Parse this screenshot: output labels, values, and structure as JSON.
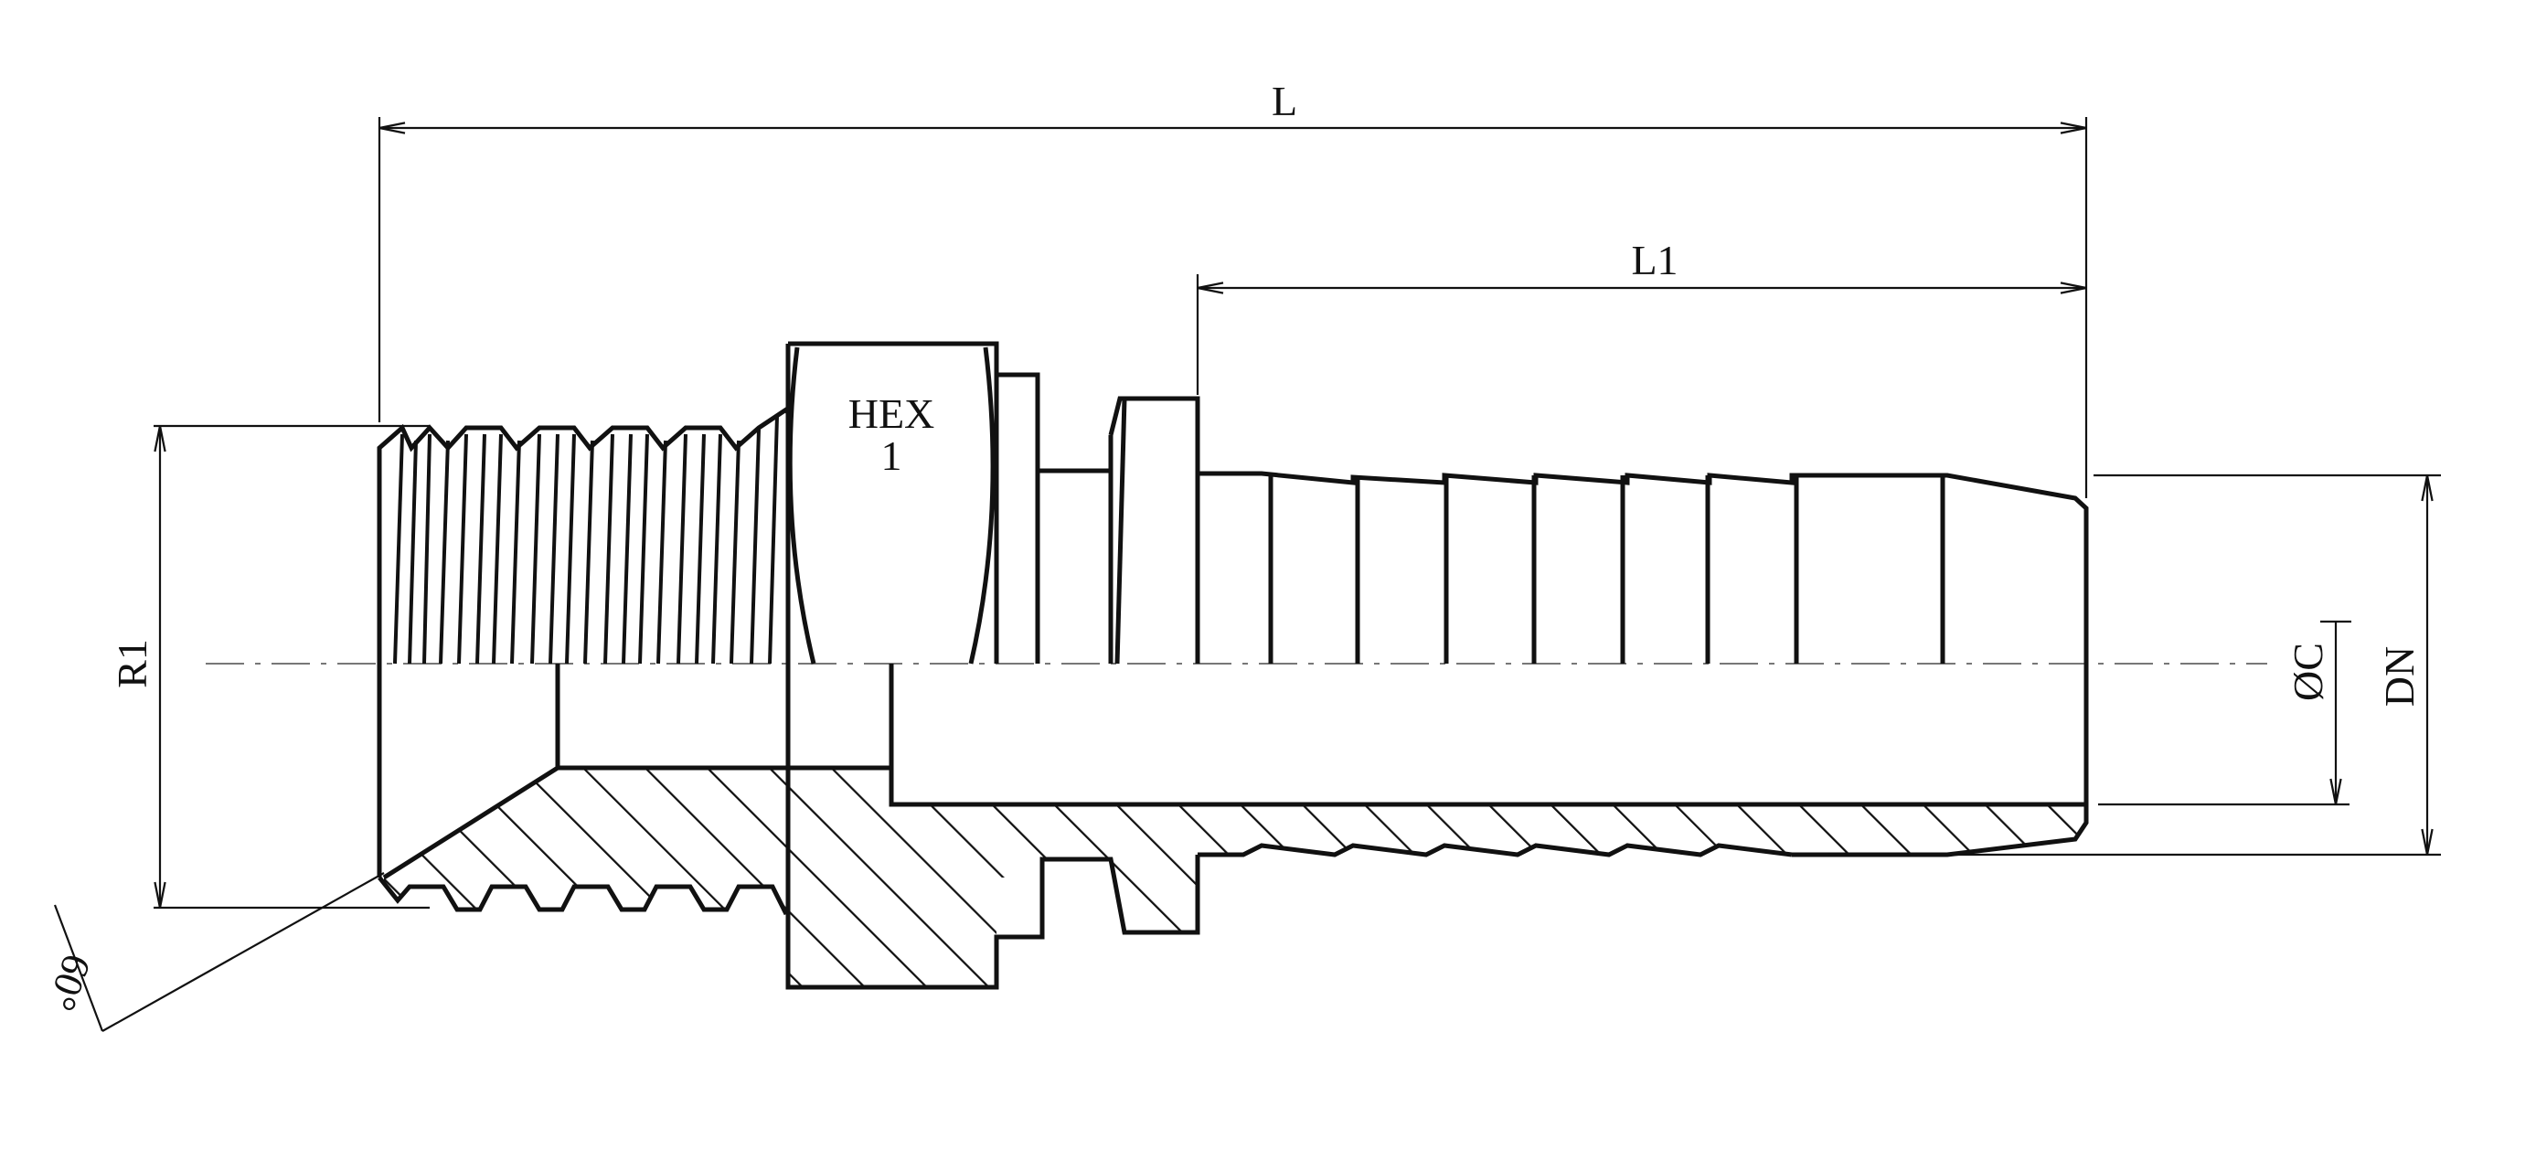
{
  "dimensions": {
    "overall_length": "L",
    "tail_length": "L1",
    "hex_size": [
      "HEX",
      "1"
    ],
    "thread_size": "R1",
    "bore_diameter": "ØC",
    "nominal_diameter": "DN",
    "chamfer_angle": "60°"
  },
  "colors": {
    "line": "#111111",
    "centerline": "#777777",
    "background": "#ffffff"
  }
}
